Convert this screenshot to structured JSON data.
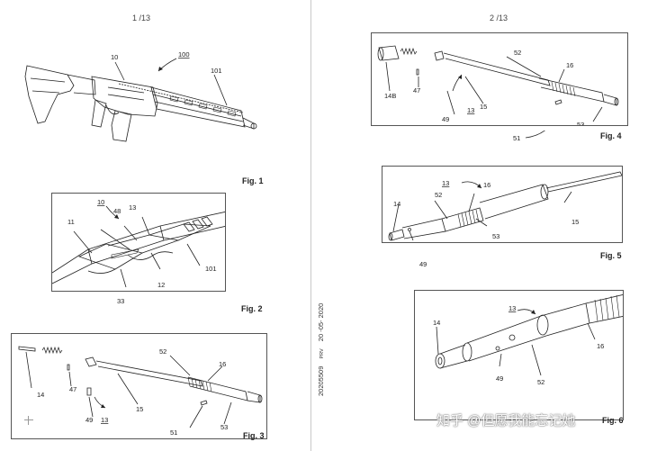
{
  "left_page": {
    "page_number": "1 /13",
    "fig1": {
      "label": "Fig. 1",
      "refs": {
        "r10": "10",
        "r100": "100",
        "r101": "101"
      }
    },
    "fig2": {
      "label": "Fig. 2",
      "refs": {
        "r10": "10",
        "r48": "48",
        "r13": "13",
        "r11": "11",
        "r12": "12",
        "r33": "33",
        "r101": "101"
      }
    },
    "fig3": {
      "label": "Fig. 3",
      "refs": {
        "r52": "52",
        "r16": "16",
        "r14": "14",
        "r47": "47",
        "r15": "15",
        "r49": "49",
        "r13": "13",
        "r51": "51",
        "r53": "53"
      }
    }
  },
  "right_page": {
    "page_number": "2 /13",
    "fig4": {
      "label": "Fig. 4",
      "refs": {
        "r52": "52",
        "r16": "16",
        "r14b": "14B",
        "r47": "47",
        "r13": "13",
        "r15": "15",
        "r49": "49",
        "r53": "53",
        "r51": "51"
      }
    },
    "fig5": {
      "label": "Fig. 5",
      "refs": {
        "r13": "13",
        "r16": "16",
        "r52": "52",
        "r14": "14",
        "r15": "15",
        "r53": "53",
        "r49": "49"
      }
    },
    "fig6": {
      "label": "Fig. 6",
      "refs": {
        "r13": "13",
        "r14": "14",
        "r16": "16",
        "r52": "52",
        "r49": "49"
      }
    }
  },
  "stamp": {
    "number": "20205509",
    "prv": "PRV",
    "date": "20 -05- 2020"
  },
  "watermark": "知乎 @但愿我能忘记她"
}
